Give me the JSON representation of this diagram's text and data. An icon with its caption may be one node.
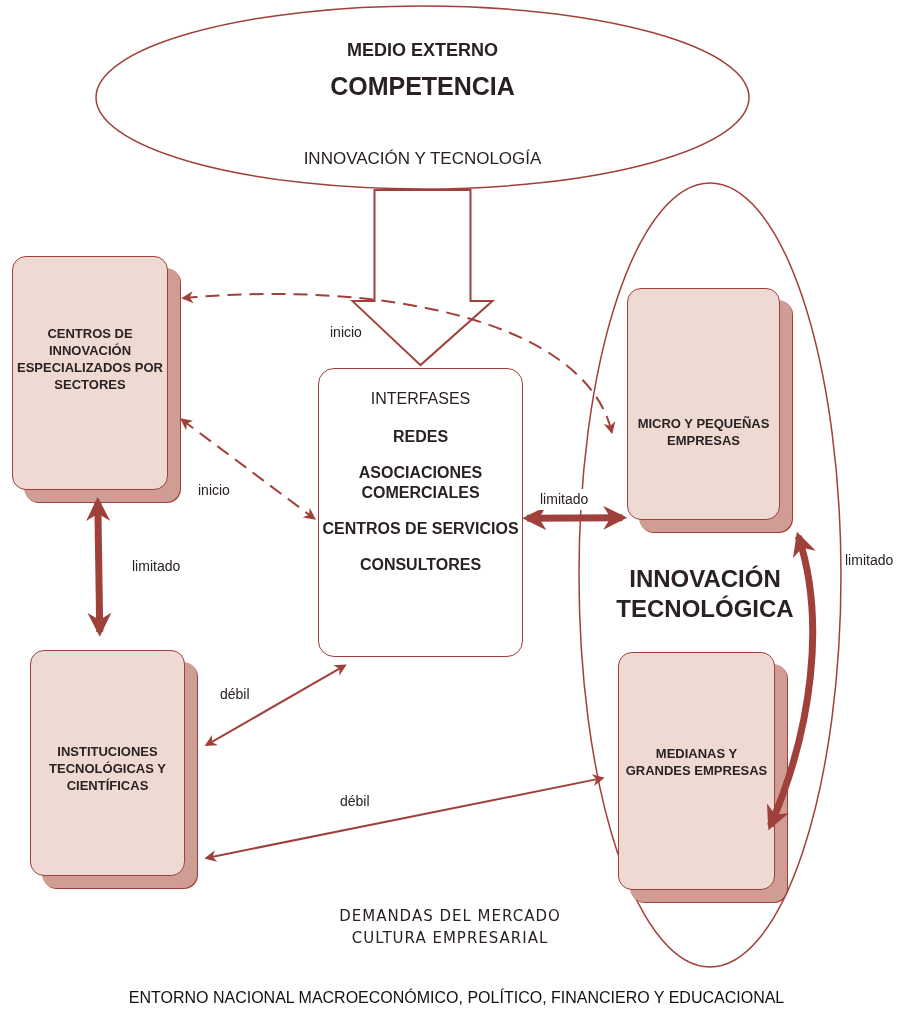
{
  "diagram": {
    "nodes": [
      {
        "text": [
          "MEDIO EXTERNO",
          "COMPETENCIA",
          "INNOVACIÓN Y TECNOLOGÍA"
        ]
      },
      {
        "text": [
          "CENTROS DE INNOVACIÓN ESPECIALIZADOS POR SECTORES"
        ]
      },
      {
        "text": [
          "INTERFASES",
          "REDES",
          "ASOCIACIONES COMERCIALES",
          "CENTROS DE SERVICIOS",
          "CONSULTORES"
        ]
      },
      {
        "text": [
          "INNOVACIÓN TECNOLÓGICA"
        ]
      },
      {
        "text": [
          "MICRO Y PEQUEÑAS EMPRESAS"
        ],
        "in": 3
      },
      {
        "text": [
          "INSTITUCIONES TECNOLÓGICAS Y CIENTÍFICAS"
        ]
      },
      {
        "text": [
          "MEDIANAS Y GRANDES EMPRESAS"
        ],
        "in": 3
      }
    ],
    "edges": [
      {
        "from": 0,
        "to": 2,
        "arrow": "to",
        "style": "thick"
      },
      {
        "from": 1,
        "to": 4,
        "arrow": "both",
        "style": "dashed",
        "label": "inicio"
      },
      {
        "from": 1,
        "to": 2,
        "arrow": "both",
        "style": "dashed",
        "label": "inicio"
      },
      {
        "from": 1,
        "to": 5,
        "arrow": "both",
        "style": "thick",
        "label": "limitado"
      },
      {
        "from": 2,
        "to": 4,
        "arrow": "both",
        "style": "thick",
        "label": "limitado"
      },
      {
        "from": 4,
        "to": 6,
        "arrow": "both",
        "style": "thick",
        "label": "limitado"
      },
      {
        "from": 5,
        "to": 2,
        "arrow": "both",
        "label": "débil"
      },
      {
        "from": 5,
        "to": 6,
        "arrow": "both",
        "label": "débil"
      }
    ],
    "labels": [
      "DEMANDAS DEL MERCADO",
      "CULTURA EMPRESARIAL",
      "ENTORNO NACIONAL MACROECONÓMICO, POLÍTICO, FINANCIERO Y EDUCACIONAL"
    ]
  }
}
